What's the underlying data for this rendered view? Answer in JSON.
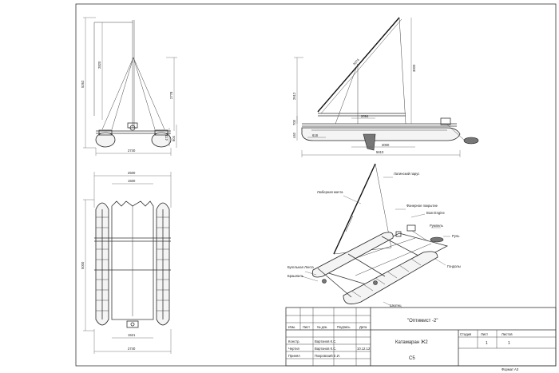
{
  "dims": {
    "front_height_total": "5262",
    "mast_height": "2820",
    "front_side_height": "2778",
    "front_small_1": "473",
    "front_small_2": "804",
    "front_width": "2740",
    "side_sail_diag": "3074",
    "side_right_height": "3000",
    "side_left_height": "2612",
    "side_boom": "2094",
    "side_700": "700",
    "side_440": "440",
    "side_618": "618",
    "side_hull": "3000",
    "side_total": "5610",
    "plan_top_width": "2500",
    "plan_inner_width": "1500",
    "plan_length": "5000",
    "plan_bottom_inner": "1521",
    "plan_bottom_width": "2740"
  },
  "callouts": {
    "latin_sail": "Латинский парус",
    "boom_mast": "Люберная мачта",
    "fabric_cover": "Фанерное покрытие",
    "boat_engine": "Boat Engine",
    "tiller": "Румпель",
    "tiller2": "Руль",
    "floats": "Гондолы",
    "bearing_strip": "Бугельная Лента",
    "anchor": "Брашпиль",
    "sheet": "Шкотец"
  },
  "title_block": {
    "project": "\"Оптимист -2\"",
    "name": "Катамаран Ж2",
    "sheet_code": "С5",
    "stage_label": "Стадия",
    "sheet_label": "Лист",
    "sheets_label": "Листов",
    "sheet_num": "1",
    "sheets_num": "1",
    "col_izm": "Изм.",
    "col_list": "Лист",
    "col_doc": "№ док.",
    "col_sign": "Подпись",
    "col_date": "Дата",
    "row1_role": "Констр.",
    "row1_name": "Вартанов К.С.",
    "row2_role": "Чертил",
    "row2_name": "Вартанов К.С.",
    "row2_date": "10.12.12",
    "row3_role": "Принял",
    "row3_name": "Покровский Е.И.",
    "format": "Формат А3"
  }
}
